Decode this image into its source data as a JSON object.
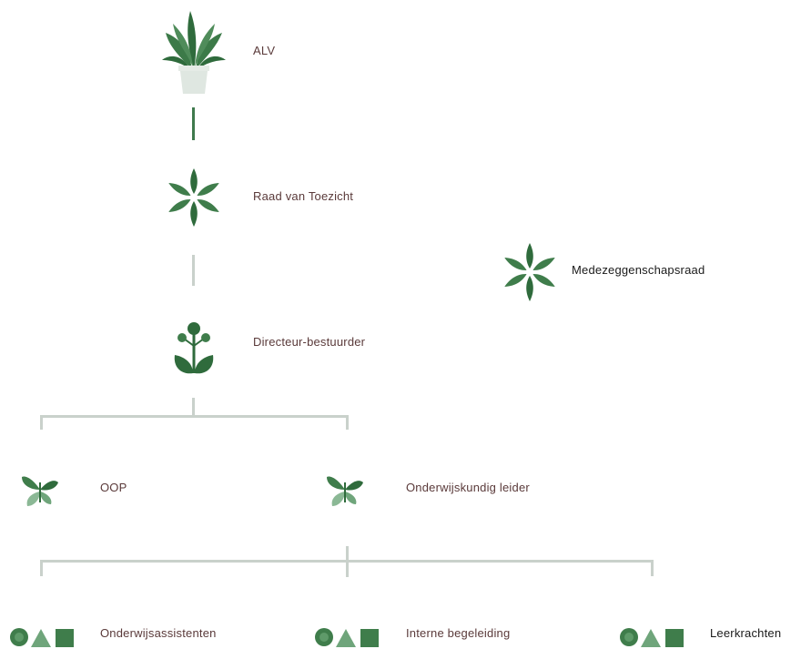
{
  "nodes": {
    "alv": "ALV",
    "raad": "Raad van Toezicht",
    "mr": "Medezeggenschapsraad",
    "directeur": "Directeur-bestuurder",
    "oop": "OOP",
    "ol": "Onderwijskundig leider",
    "oa": "Onderwijsassistenten",
    "ib": "Interne begeleiding",
    "lk": "Leerkrachten"
  },
  "colors": {
    "leaf_dark": "#2f6b3c",
    "leaf_light": "#6fa57b",
    "connector": "#c9d1cb",
    "connector_top": "#3f7a4d",
    "label": "#5a3a3a"
  }
}
